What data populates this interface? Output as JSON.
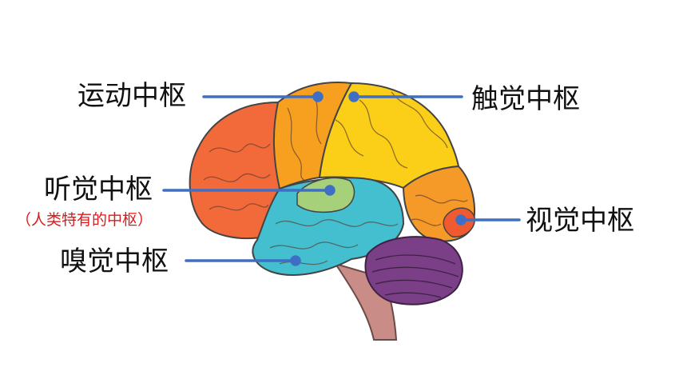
{
  "labels": {
    "motor": "运动中枢",
    "touch": "触觉中枢",
    "hearing": "听觉中枢",
    "hearing_note": "（人类特有的中枢）",
    "vision": "视觉中枢",
    "smell": "嗅觉中枢"
  },
  "colors": {
    "frontal": "#f26a3a",
    "motor": "#f7a020",
    "parietal": "#fbcf18",
    "temporal": "#43bfd0",
    "hearing": "#a6d07a",
    "occipital": "#f59a28",
    "visual": "#ef5a30",
    "cerebellum": "#7a3f86",
    "brainstem": "#c98c86",
    "leader_line": "#3f6fc4",
    "note_text": "#e01818"
  }
}
